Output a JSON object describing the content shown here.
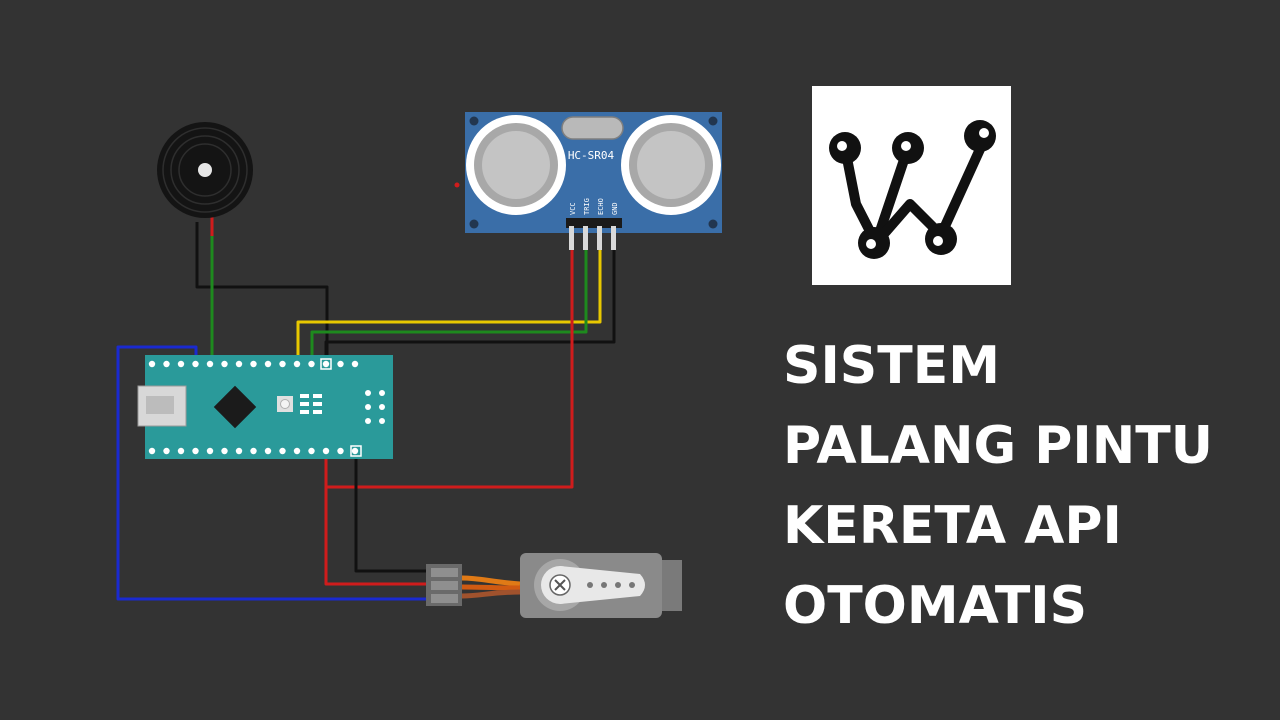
{
  "title_lines": [
    "SISTEM",
    "PALANG PINTU",
    "KERETA API",
    "OTOMATIS"
  ],
  "sensor": {
    "model": "HC-SR04",
    "pins": [
      "VCC",
      "TRIG",
      "ECHO",
      "GND"
    ]
  },
  "colors": {
    "background": "#333333",
    "board": "#2a9a9a",
    "sensor": "#3a6ea8",
    "wire_red": "#d01c1c",
    "wire_black": "#111111",
    "wire_green": "#1e8a1e",
    "wire_yellow": "#e8c800",
    "wire_blue": "#1a2ad0",
    "servo_body": "#8a8a8a"
  },
  "logo_icon": "wokwi-w-logo"
}
